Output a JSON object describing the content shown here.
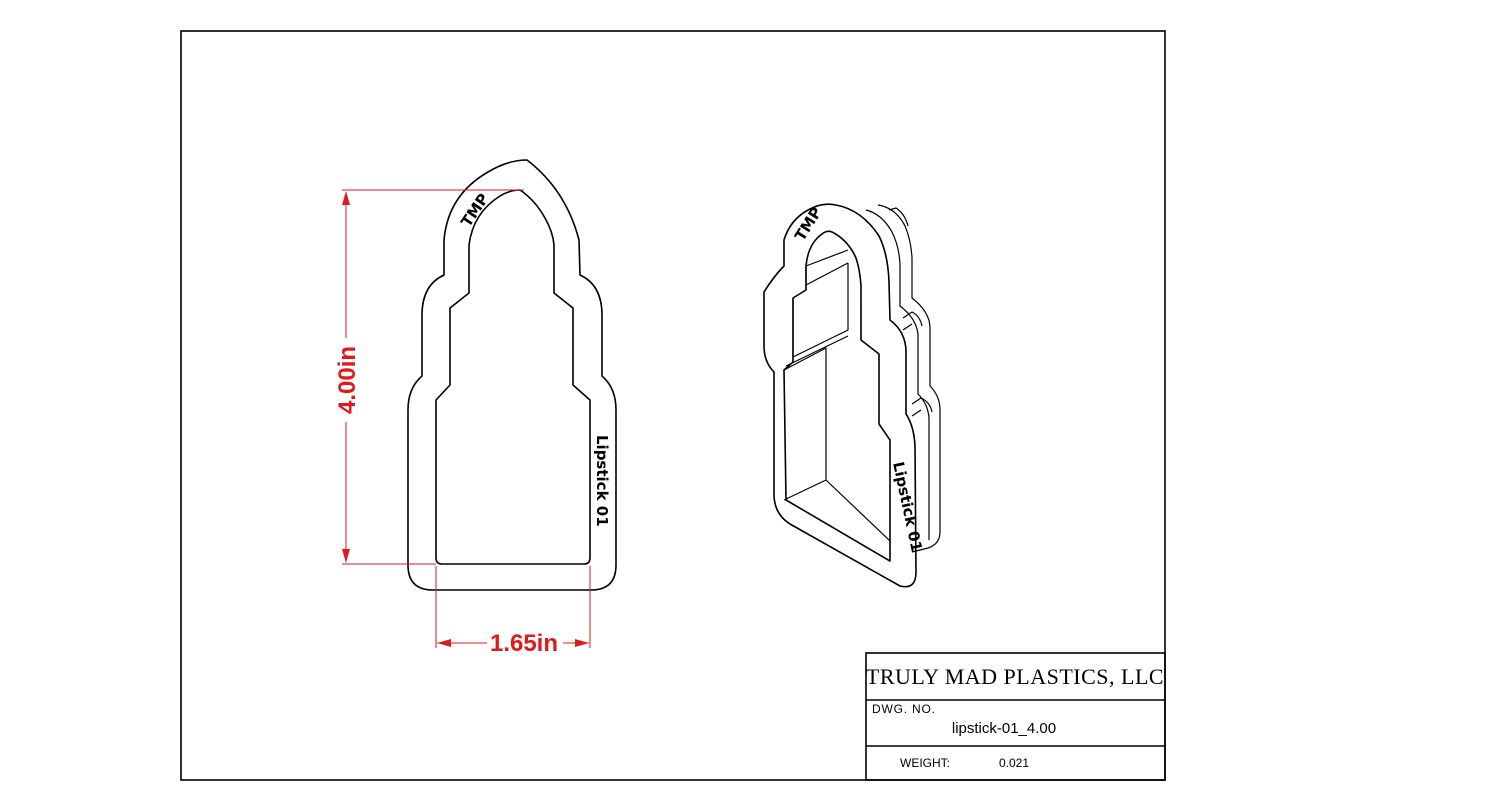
{
  "title_block": {
    "company": "TRULY MAD PLASTICS, LLC",
    "dwg_no_label": "DWG.  NO.",
    "dwg_no": "lipstick-01_4.00",
    "weight_label": "WEIGHT:",
    "weight": "0.021"
  },
  "dimensions": {
    "height": "4.00in",
    "width": "1.65in"
  },
  "part": {
    "maker_mark": "TMP",
    "name": "Lipstick 01"
  },
  "colors": {
    "dimension": "#e01a1a",
    "line": "#000000"
  }
}
